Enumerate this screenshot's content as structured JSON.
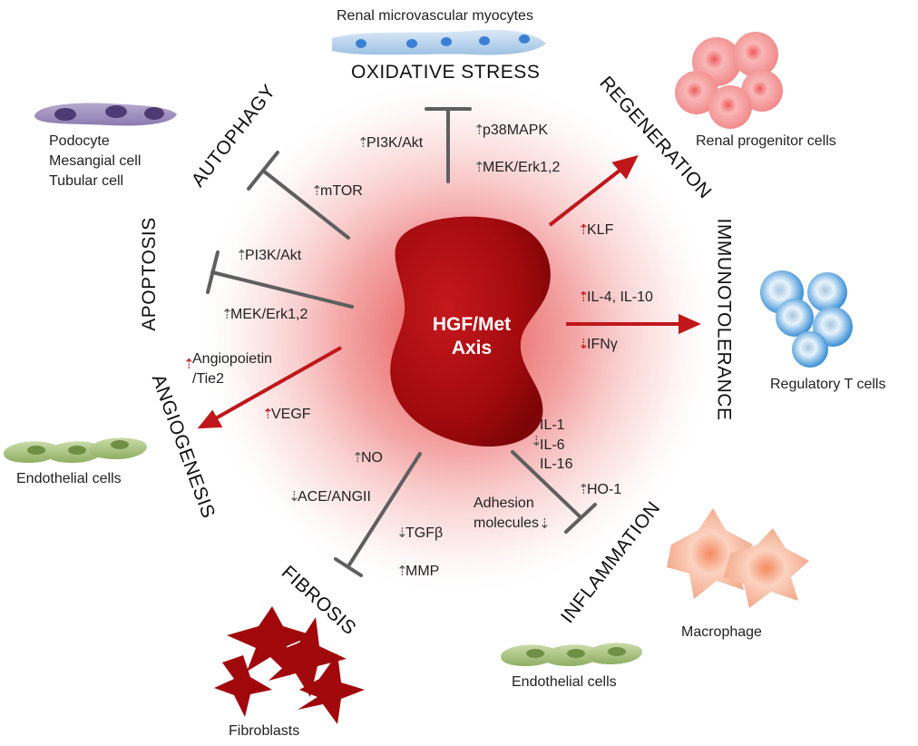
{
  "center": {
    "line1": "HGF/Met",
    "line2": "Axis"
  },
  "processes": {
    "oxidative_stress": "OXIDATIVE STRESS",
    "regeneration": "REGENERATION",
    "immunotolerance": "IMMUNOTOLERANCE",
    "inflammation": "INFLAMMATION",
    "fibrosis": "FIBROSIS",
    "angiogenesis": "ANGIOGENESIS",
    "apoptosis": "APOPTOSIS",
    "autophagy": "AUTOPHAGY"
  },
  "cells": {
    "renal_microvascular": "Renal microvascular myocytes",
    "renal_progenitor": "Renal progenitor cells",
    "regulatory_t": "Regulatory T cells",
    "macrophage": "Macrophage",
    "endothelial_bottom": "Endothelial cells",
    "fibroblasts": "Fibroblasts",
    "endothelial_left": "Endothelial cells",
    "podocyte": "Podocyte",
    "mesangial": "Mesangial cell",
    "tubular": "Tubular cell"
  },
  "mediators": {
    "pi3k_akt_top": "PI3K/Akt",
    "p38mapk": "p38MAPK",
    "mek_erk_top": "MEK/Erk1,2",
    "mtor": "mTOR",
    "klf": "KLF",
    "il4_il10": "IL-4, IL-10",
    "ifng": "IFNγ",
    "pi3k_akt_left": "PI3K/Akt",
    "mek_erk_left": "MEK/Erk1,2",
    "angiopoietin_1": "Angiopoietin",
    "angiopoietin_2": "/Tie2",
    "vegf": "VEGF",
    "no": "NO",
    "ace_angii": "ACE/ANGII",
    "tgfb": "TGFβ",
    "mmp": "MMP",
    "il1": "IL-1",
    "il6": "IL-6",
    "il16": "IL-16",
    "ho1": "HO-1",
    "adhesion_1": "Adhesion",
    "adhesion_2": "molecules"
  },
  "colors": {
    "activation": "#c0171b",
    "inhibition": "#5f5f5f",
    "kidney": "#a80c10",
    "glow": "#f08585"
  }
}
